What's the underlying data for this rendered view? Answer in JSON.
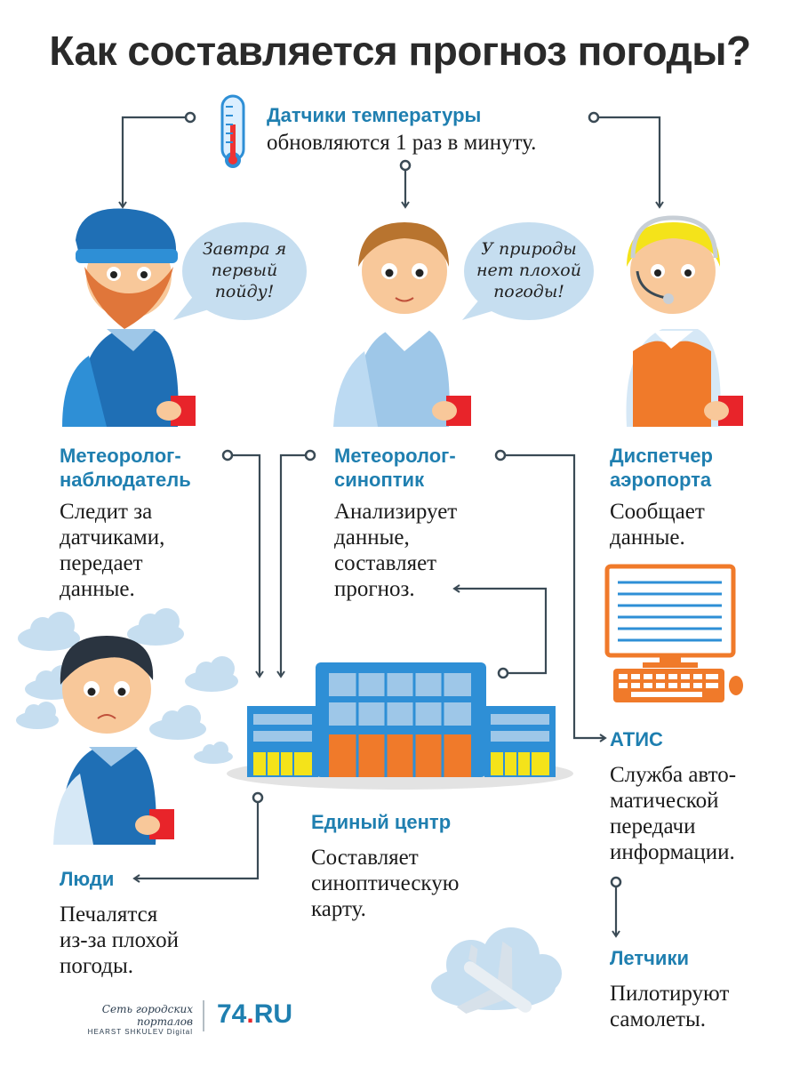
{
  "title": "Как составляется прогноз погоды?",
  "sensors": {
    "heading": "Датчики температуры",
    "text": "обновляются 1 раз в минуту."
  },
  "bubbles": {
    "observer": [
      "Завтра я",
      "первый",
      "пойду!"
    ],
    "synoptic": [
      "У природы",
      "нет плохой",
      "погоды!"
    ]
  },
  "observer": {
    "heading": [
      "Метеоролог-",
      "наблюдатель"
    ],
    "text": [
      "Следит за",
      "датчиками,",
      "передает",
      "данные."
    ]
  },
  "synoptic": {
    "heading": [
      "Метеоролог-",
      "синоптик"
    ],
    "text": [
      "Анализирует",
      "данные,",
      "составляет",
      "прогноз."
    ]
  },
  "dispatcher": {
    "heading": [
      "Диспетчер",
      "аэропорта"
    ],
    "text": [
      "Сообщает",
      "данные."
    ]
  },
  "center": {
    "heading": "Единый центр",
    "text": [
      "Составляет",
      "синоптическую",
      "карту."
    ]
  },
  "atis": {
    "heading": "АТИС",
    "text": [
      "Служба авто-",
      "матической",
      "передачи",
      "информации."
    ]
  },
  "people": {
    "heading": "Люди",
    "text": [
      "Печалятся",
      "из-за плохой",
      "погоды."
    ]
  },
  "pilots": {
    "heading": "Летчики",
    "text": [
      "Пилотируют",
      "самолеты."
    ]
  },
  "footer": {
    "network": "Сеть городских порталов",
    "network_sub": "HEARST SHKULEV Digital",
    "site_num": "74",
    "site_dot": ".",
    "site_tld": "RU"
  },
  "colors": {
    "accent": "#1f7fb0",
    "connector": "#3a4a55",
    "building": "#2e8fd6",
    "orange": "#f07a2a",
    "cloud": "#c6def0",
    "yellow": "#f4e31a"
  }
}
